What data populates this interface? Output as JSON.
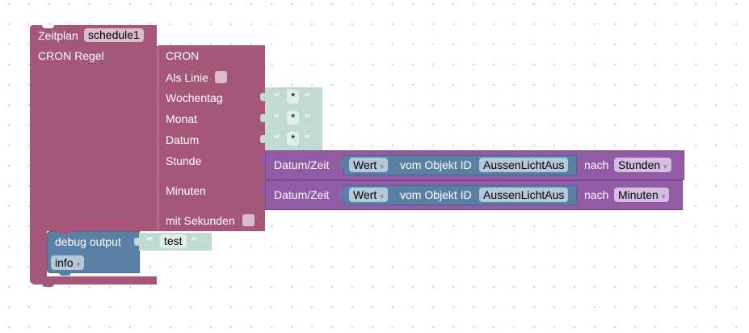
{
  "workspace": {
    "background": "#ffffff"
  },
  "schedule_block": {
    "title_label": "Zeitplan",
    "name_value": "schedule1",
    "rule_label": "CRON Regel",
    "color": "#a5577a"
  },
  "cron_block": {
    "title": "CRON",
    "as_line_label": "Als Linie",
    "as_line_checked": false,
    "weekday_label": "Wochentag",
    "month_label": "Monat",
    "date_label": "Datum",
    "hour_label": "Stunde",
    "minutes_label": "Minuten",
    "with_seconds_label": "mit Sekunden",
    "with_seconds_checked": false
  },
  "text_inputs": {
    "open_quote": "“",
    "close_quote": "”",
    "weekday_value": "*",
    "month_value": "*",
    "date_value": "*"
  },
  "datetime_blocks": [
    {
      "label": "Datum/Zeit",
      "get_value_option": "Wert",
      "object_label": "vom Objekt ID",
      "object_id": "AussenLichtAus",
      "after_label": "nach",
      "unit": "Stunden"
    },
    {
      "label": "Datum/Zeit",
      "get_value_option": "Wert",
      "object_label": "vom Objekt ID",
      "object_id": "AussenLichtAus",
      "after_label": "nach",
      "unit": "Minuten"
    }
  ],
  "debug_block": {
    "label": "debug output",
    "text_value": "test",
    "level": "info"
  },
  "icons": {
    "dropdown": "▾"
  }
}
